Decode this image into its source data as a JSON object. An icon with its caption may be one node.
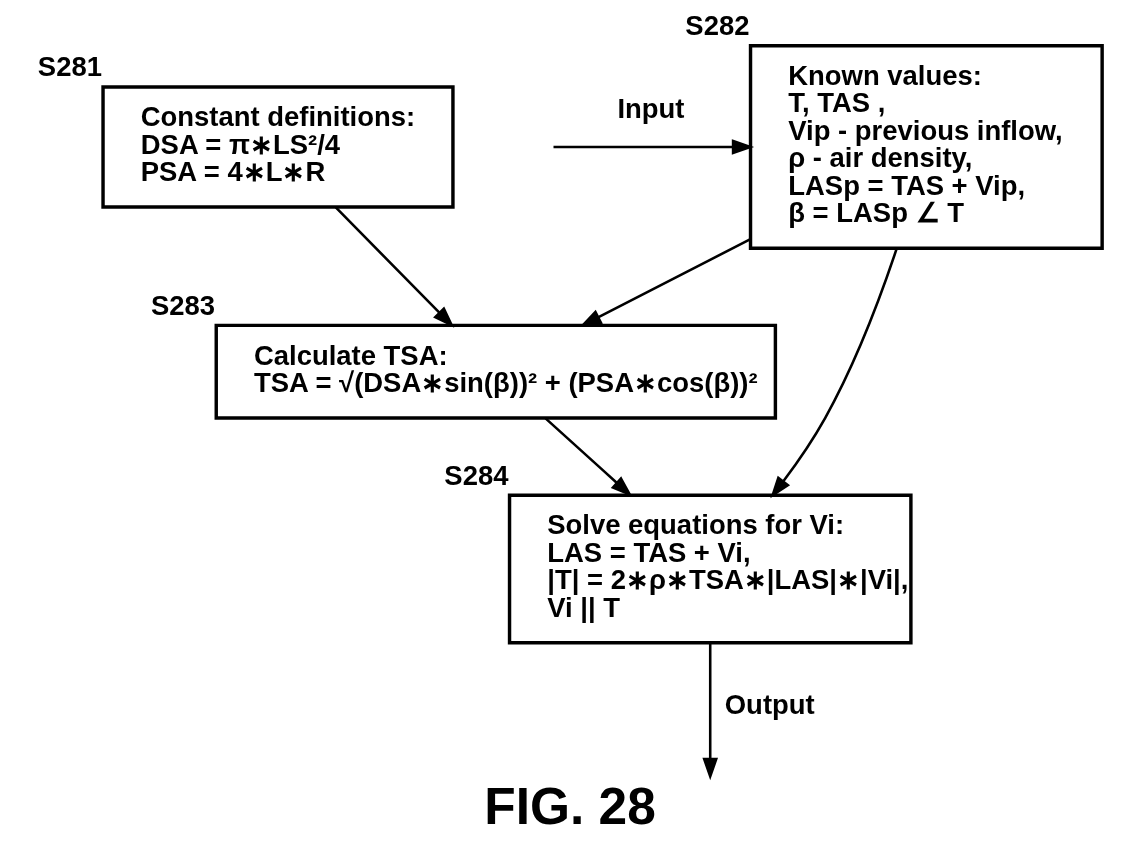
{
  "diagram": {
    "title": "FIG. 28",
    "nodes": [
      {
        "text": [
          "Constant definitions:",
          "DSA = π∗LS²/4",
          "PSA = 4∗L∗R"
        ],
        "beside": [
          "S281"
        ]
      },
      {
        "text": [
          "Known values:",
          "T, TAS ,",
          "Vip - previous inflow,",
          "ρ - air density,",
          "LASp = TAS + Vip,",
          "β = LASp ∠ T"
        ],
        "beside": [
          "S282"
        ]
      },
      {
        "text": [
          "Calculate TSA:",
          "TSA = √(DSA∗sin(β))² + (PSA∗cos(β))²"
        ],
        "beside": [
          "S283"
        ]
      },
      {
        "text": [
          "Solve equations for Vi:",
          "LAS = TAS + Vi,",
          "|T| = 2∗ρ∗TSA∗|LAS|∗|Vi|,",
          "Vi || T"
        ],
        "beside": [
          "S284"
        ]
      }
    ],
    "edges": [
      {
        "from": null,
        "to": 1,
        "arrow": "to",
        "label": "Input"
      },
      {
        "from": 0,
        "to": 2,
        "arrow": "to"
      },
      {
        "from": 1,
        "to": 2,
        "arrow": "to"
      },
      {
        "from": 2,
        "to": 3,
        "arrow": "to"
      },
      {
        "from": 1,
        "to": 3,
        "arrow": "to"
      },
      {
        "from": 3,
        "to": null,
        "arrow": "to",
        "label": "Output"
      }
    ]
  }
}
